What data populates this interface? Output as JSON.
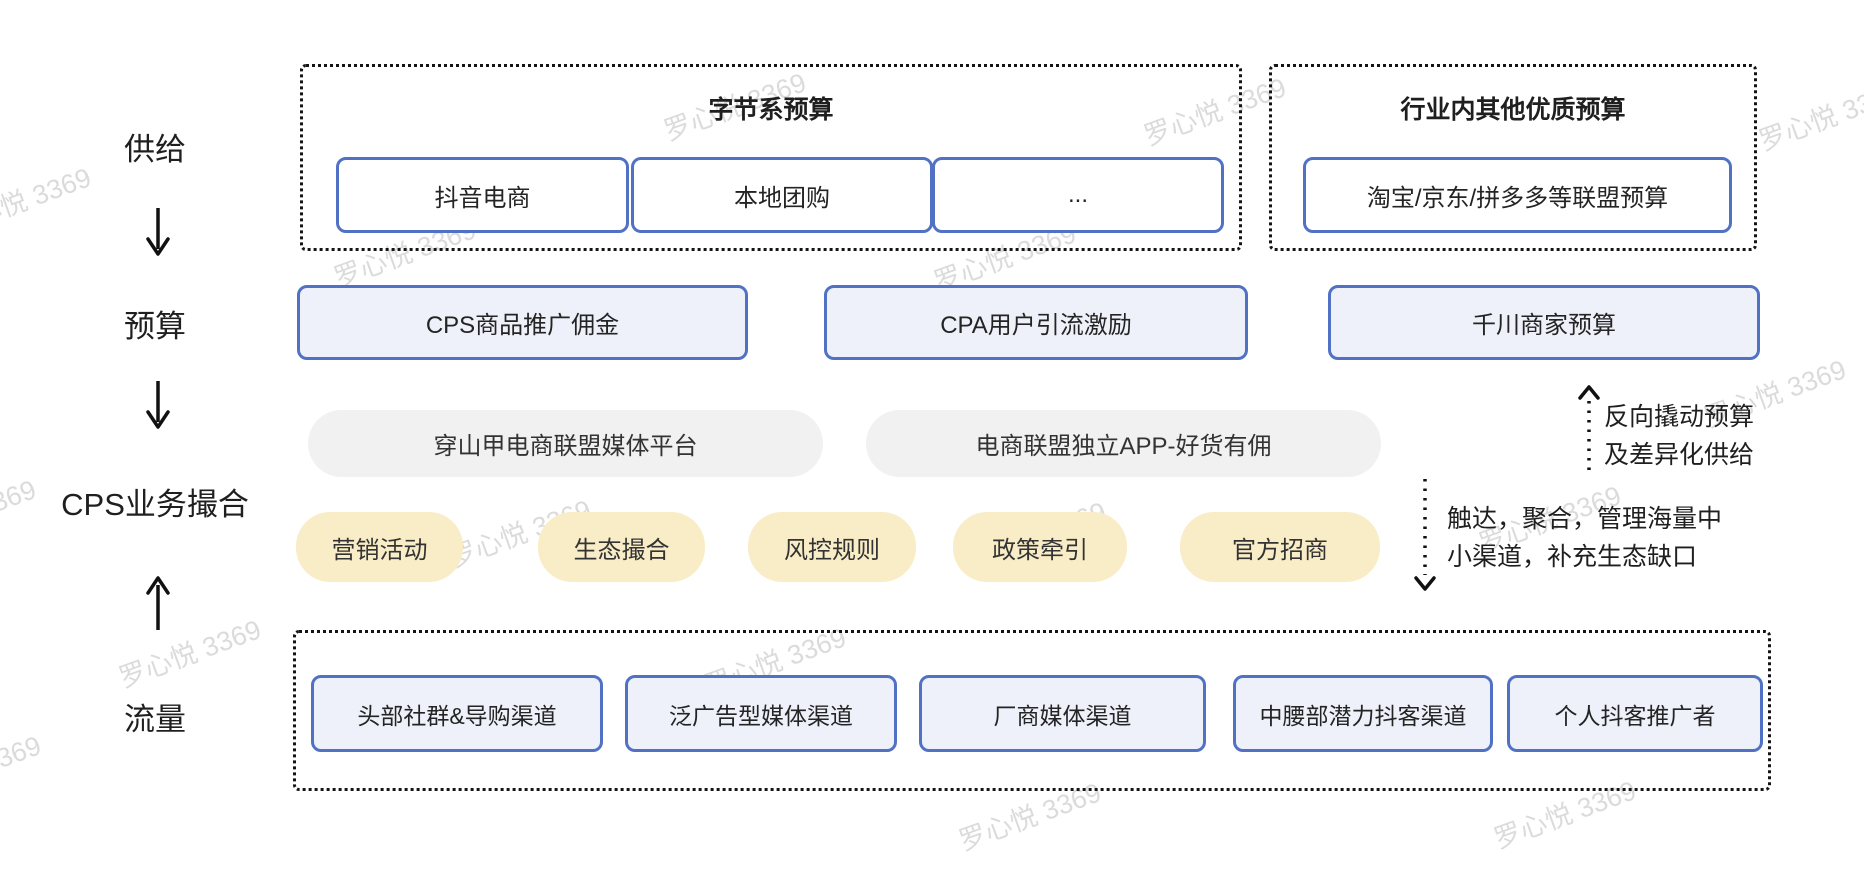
{
  "watermark": {
    "text": "罗心悦 3369"
  },
  "left_rail": {
    "supply": "供给",
    "budget": "预算",
    "matchmaking": "CPS业务撮合",
    "traffic": "流量"
  },
  "supply_section": {
    "byte_group": {
      "title": "字节系预算",
      "items": [
        {
          "label": "抖音电商"
        },
        {
          "label": "本地团购"
        },
        {
          "label": "..."
        }
      ]
    },
    "industry_group": {
      "title": "行业内其他优质预算",
      "items": [
        {
          "label": "淘宝/京东/拼多多等联盟预算"
        }
      ]
    }
  },
  "budget_row": {
    "items": [
      {
        "label": "CPS商品推广佣金"
      },
      {
        "label": "CPA用户引流激励"
      },
      {
        "label": "千川商家预算"
      }
    ]
  },
  "platform_row": {
    "items": [
      {
        "label": "穿山甲电商联盟媒体平台"
      },
      {
        "label": "电商联盟独立APP-好货有佣"
      }
    ]
  },
  "capability_row": {
    "items": [
      {
        "label": "营销活动"
      },
      {
        "label": "生态撮合"
      },
      {
        "label": "风控规则"
      },
      {
        "label": "政策牵引"
      },
      {
        "label": "官方招商"
      }
    ]
  },
  "traffic_section": {
    "items": [
      {
        "label": "头部社群&导购渠道"
      },
      {
        "label": "泛广告型媒体渠道"
      },
      {
        "label": "厂商媒体渠道"
      },
      {
        "label": "中腰部潜力抖客渠道"
      },
      {
        "label": "个人抖客推广者"
      }
    ]
  },
  "annotations": {
    "reverse_leverage": {
      "line1": "反向撬动预算",
      "line2": "及差异化供给"
    },
    "reach": {
      "line1": "触达，聚合，管理海量中",
      "line2": "小渠道，补充生态缺口"
    }
  },
  "colors": {
    "box_border_blue": "#5171c4",
    "box_fill_light_blue": "#eef1f9",
    "pill_grey": "#f1f1f2",
    "pill_yellow": "#f9edc7",
    "dotted_border": "#141414",
    "text": "#242424",
    "watermark_grey": "#b9b9b9"
  }
}
